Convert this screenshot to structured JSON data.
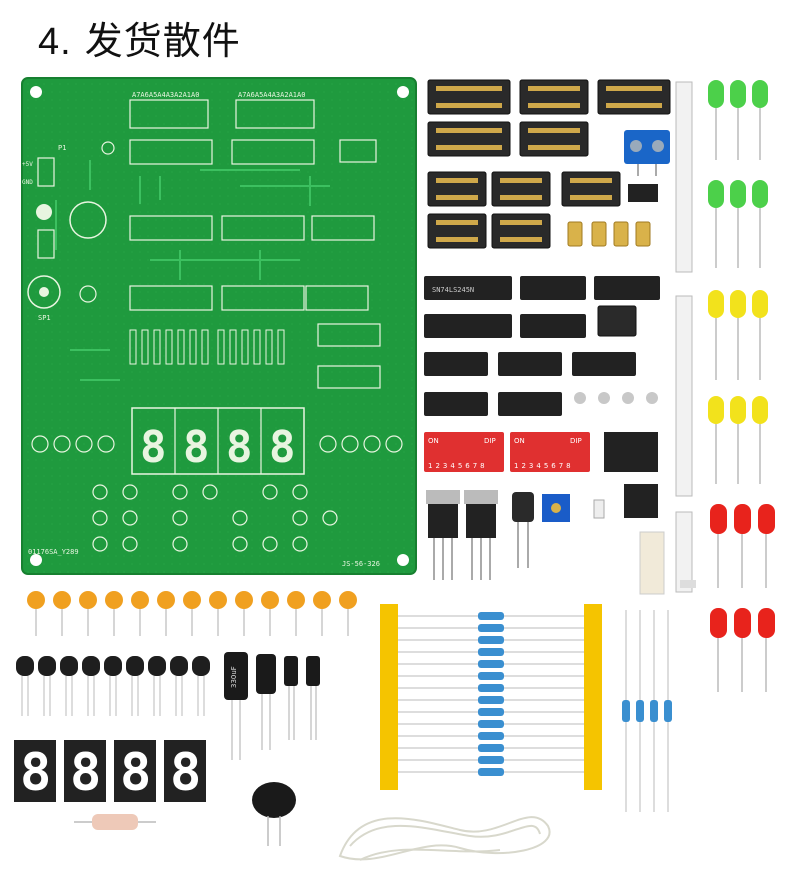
{
  "heading": {
    "number": "4.",
    "text": "发货散件"
  },
  "pcb": {
    "color": "#1f9a3e",
    "dip_header_1": "A7A6A5A4A3A2A1A0",
    "dip_header_2": "A7A6A5A4A3A2A1A0",
    "board_code_left": "01176SA_Y289",
    "board_code_right": "JS-56-326",
    "labels": {
      "sp1": "SP1",
      "p1": "P1",
      "gnd": "GND",
      "vcc": "+5V"
    }
  },
  "parts": {
    "dip_switch_label_on": "ON",
    "dip_switch_label_dip": "DIP",
    "dip_switch_numbers": "12345678",
    "capacitor_330": "330uF",
    "ic_marking": "SN74LS245N"
  },
  "colors": {
    "pcb": "#1f9a3e",
    "pcb_trace": "#2ab24c",
    "led_green": "#4cd04a",
    "led_yellow": "#f2e21c",
    "led_red": "#e8231c",
    "dip_red": "#e03030",
    "resistor_tape": "#f5c400",
    "capacitor_orange": "#f0a020",
    "seg_dark": "#222222"
  }
}
